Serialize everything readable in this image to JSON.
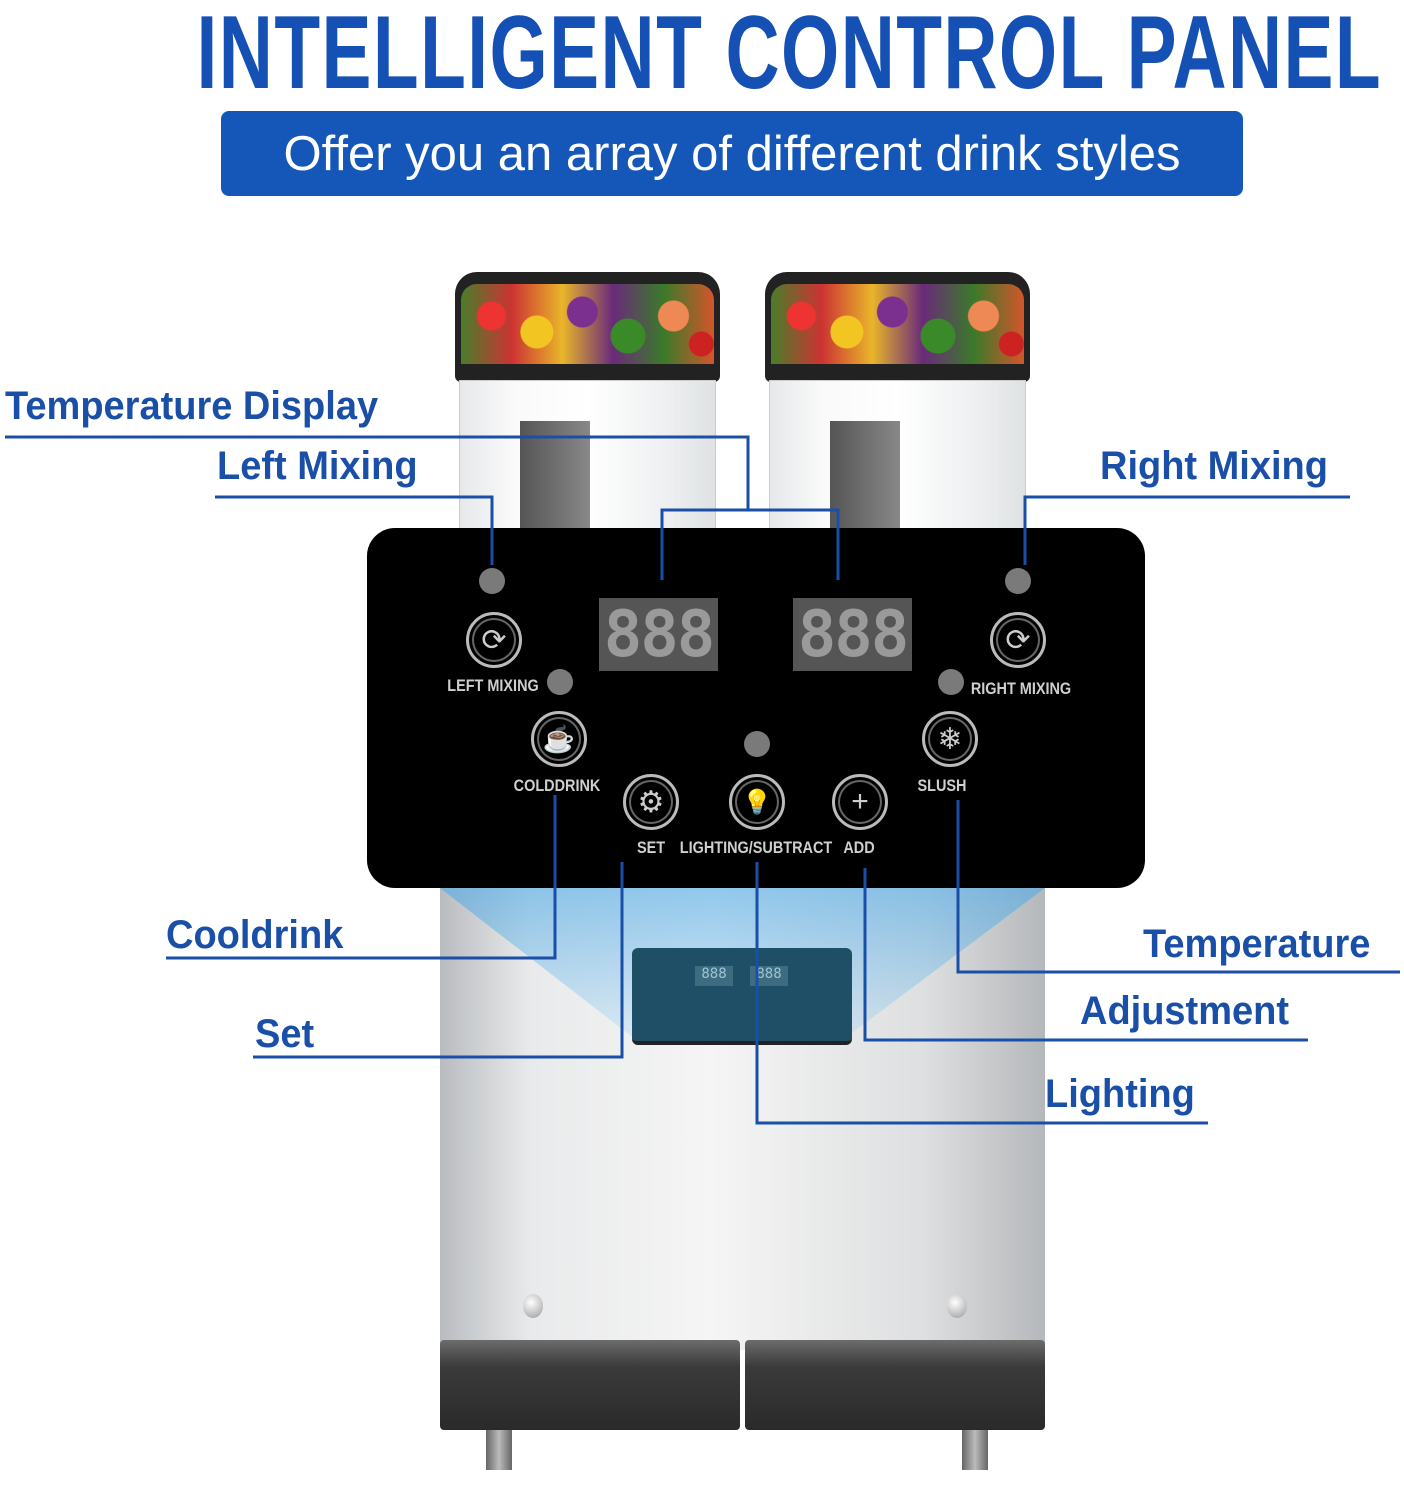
{
  "header": {
    "title": "INTELLIGENT CONTROL PANEL",
    "subtitle": "Offer you an array of different drink styles"
  },
  "panel": {
    "left_display": "888",
    "right_display": "888",
    "buttons": {
      "left_mixing": "LEFT MIXING",
      "right_mixing": "RIGHT MIXING",
      "colddrink": "COLDDRINK",
      "slush": "SLUSH",
      "set": "SET",
      "lighting_subtract": "LIGHTING/SUBTRACT",
      "add": "ADD"
    }
  },
  "callouts": {
    "temperature_display": "Temperature Display",
    "left_mixing": "Left Mixing",
    "right_mixing": "Right Mixing",
    "cooldrink": "Cooldrink",
    "set": "Set",
    "temperature": "Temperature",
    "adjustment": "Adjustment",
    "lighting": "Lighting"
  },
  "colors": {
    "brand_blue": "#1557b8",
    "callout_blue": "#1a4fa8",
    "panel_black": "#000000"
  }
}
